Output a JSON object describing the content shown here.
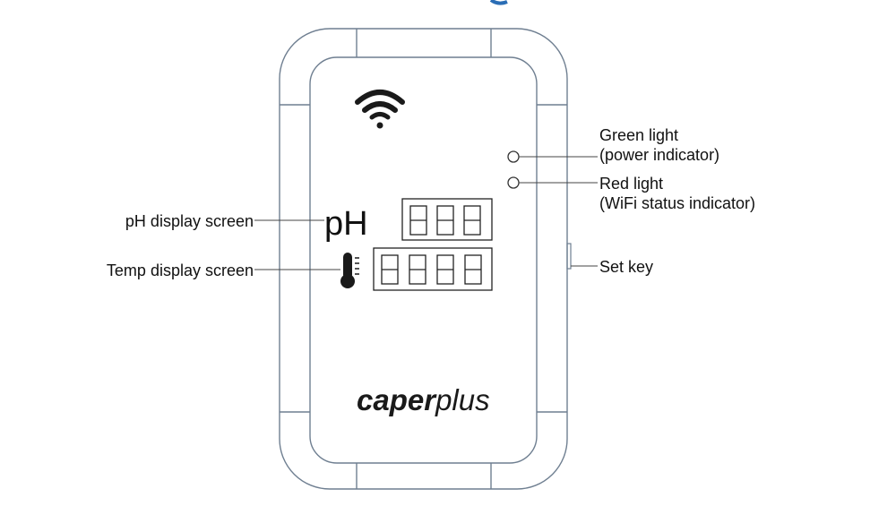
{
  "labels": {
    "ph_display": "pH display screen",
    "temp_display": "Temp display screen",
    "green_light_line1": "Green light",
    "green_light_line2": "(power indicator)",
    "red_light_line1": "Red light",
    "red_light_line2": "(WiFi status indicator)",
    "set_key": "Set key"
  },
  "device": {
    "ph_symbol": "pH",
    "brand_bold": "caper",
    "brand_light": "plus",
    "ph_digit_count": 3,
    "temp_digit_count": 4
  },
  "icons": [
    "wifi-icon",
    "thermometer-icon"
  ],
  "colors": {
    "outline": "#6f7f91",
    "title_fragment": "#2a6db5"
  }
}
